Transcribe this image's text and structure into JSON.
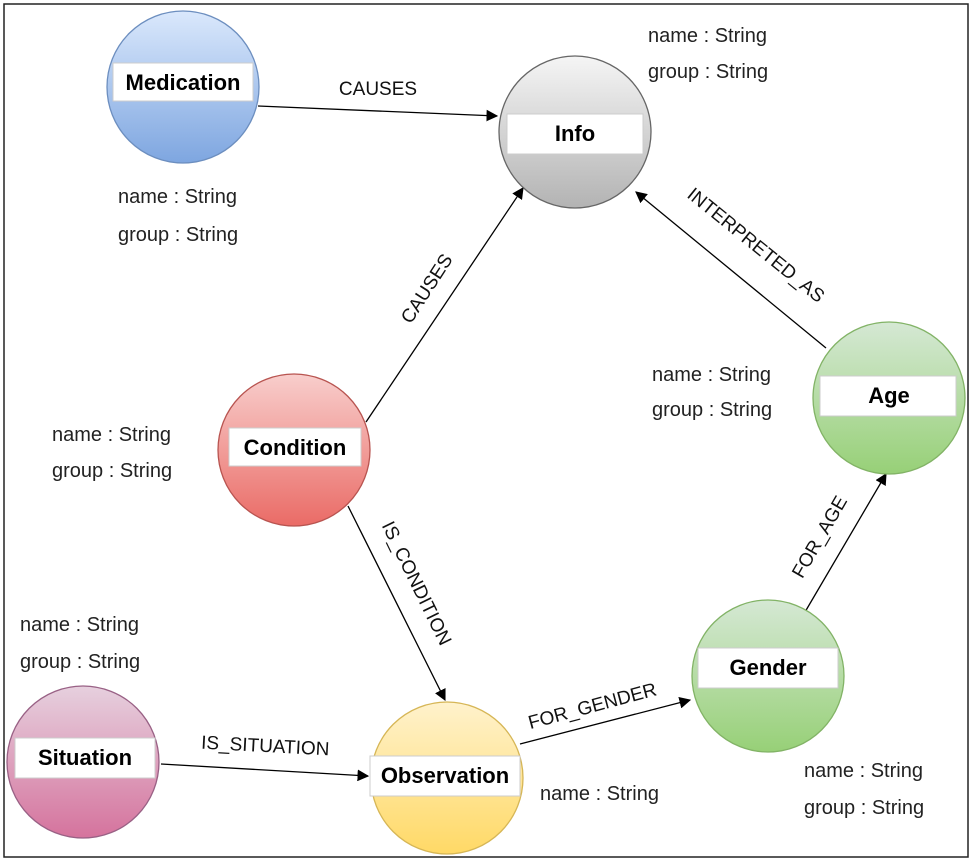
{
  "nodes": {
    "medication": {
      "label": "Medication",
      "props": [
        "name : String",
        "group : String"
      ]
    },
    "info": {
      "label": "Info",
      "props": [
        "name : String",
        "group : String"
      ]
    },
    "condition": {
      "label": "Condition",
      "props": [
        "name : String",
        "group : String"
      ]
    },
    "age": {
      "label": "Age",
      "props": [
        "name : String",
        "group : String"
      ]
    },
    "gender": {
      "label": "Gender",
      "props": [
        "name : String",
        "group : String"
      ]
    },
    "situation": {
      "label": "Situation",
      "props": [
        "name : String",
        "group : String"
      ]
    },
    "observation": {
      "label": "Observation",
      "props": [
        "name : String"
      ]
    }
  },
  "edges": {
    "medication_info": "CAUSES",
    "condition_info": "CAUSES",
    "age_info": "INTERPRETED_AS",
    "condition_observation": "IS_CONDITION",
    "situation_observation": "IS_SITUATION",
    "observation_gender": "FOR_GENDER",
    "gender_age": "FOR_AGE"
  },
  "colors": {
    "medication": {
      "light": "#dae8fc",
      "dark": "#7ea6e0",
      "stroke": "#6c8ebf"
    },
    "info": {
      "light": "#f5f5f5",
      "dark": "#b3b3b3",
      "stroke": "#666666"
    },
    "condition": {
      "light": "#f8cecc",
      "dark": "#ea6b66",
      "stroke": "#b85450"
    },
    "age": {
      "light": "#d5e8d4",
      "dark": "#97d077",
      "stroke": "#82b366"
    },
    "gender": {
      "light": "#d5e8d4",
      "dark": "#97d077",
      "stroke": "#82b366"
    },
    "situation": {
      "light": "#e6d0de",
      "dark": "#d5739d",
      "stroke": "#996185"
    },
    "observation": {
      "light": "#fff2cc",
      "dark": "#ffd966",
      "stroke": "#d6b656"
    }
  }
}
